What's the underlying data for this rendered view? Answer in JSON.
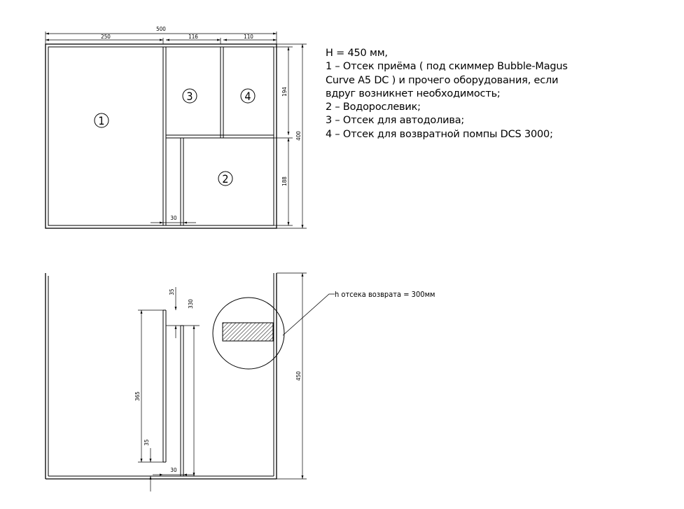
{
  "top_view": {
    "dims": {
      "overall_width": "500",
      "width_1": "250",
      "width_3": "116",
      "width_4": "110",
      "height_total": "400",
      "height_upper": "194",
      "height_lower": "188",
      "gap": "30"
    },
    "compartments": {
      "c1": "1",
      "c2": "2",
      "c3": "3",
      "c4": "4"
    }
  },
  "legend": {
    "line1": "H = 450 мм,",
    "line2": "1 – Отсек приёма ( под скиммер Bubble-Magus",
    "line3": "Curve A5 DC ) и прочего оборудования, если",
    "line4": "вдруг возникнет необходимость;",
    "line5": "2 – Водорослевик;",
    "line6": "3 – Отсек для автодолива;",
    "line7": "4 – Отсек для возвратной помпы DCS 3000;"
  },
  "side_view": {
    "dims": {
      "top_gap": "35",
      "height_330": "330",
      "height_365": "365",
      "bottom_gap": "35",
      "gap": "30",
      "height_total": "450"
    },
    "note": "h отсека возврата = 300мм"
  }
}
